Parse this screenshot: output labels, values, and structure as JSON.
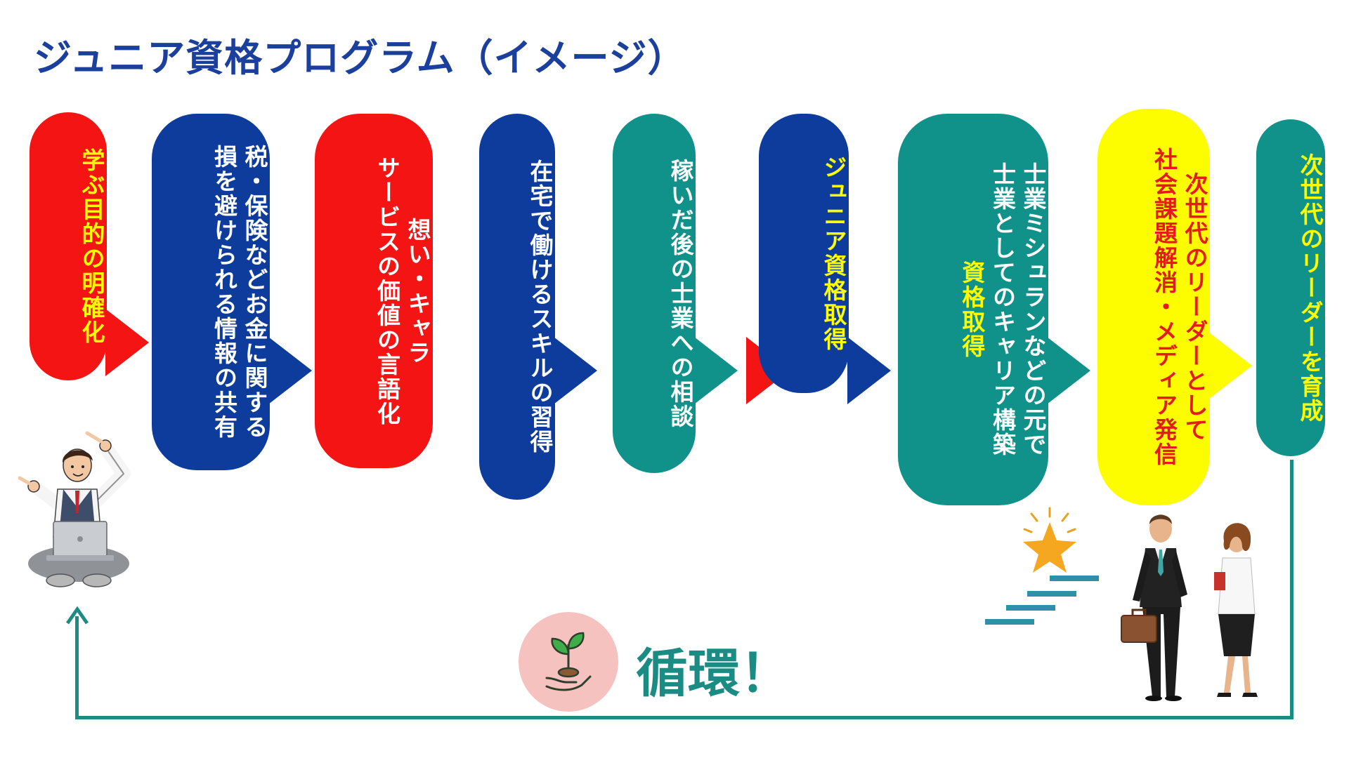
{
  "title": "ジュニア資格プログラム（イメージ）",
  "colors": {
    "red": "#f51414",
    "blue": "#0d3c9c",
    "teal": "#10928a",
    "yellow": "#fdfd00",
    "title_blue": "#1b3f9c",
    "loop_teal": "#1a8c84"
  },
  "steps": [
    {
      "lines": [
        "学ぶ目的の明確化"
      ],
      "color": "red"
    },
    {
      "lines": [
        "税・保険などお金に関する",
        "損を避けられる情報の共有"
      ],
      "color": "blue"
    },
    {
      "lines": [
        "想い・キャラ",
        "サービスの価値の言語化"
      ],
      "color": "red"
    },
    {
      "lines": [
        "在宅で働けるスキルの習得"
      ],
      "color": "blue"
    },
    {
      "lines": [
        "稼いだ後の士業への相談"
      ],
      "color": "teal"
    },
    {
      "lines": [
        "ジュニア資格取得"
      ],
      "color": "blue"
    },
    {
      "lines": [
        "士業ミシュランなどの元で",
        "士業としてのキャリア構築",
        "資格取得"
      ],
      "color": "teal"
    },
    {
      "lines": [
        "次世代のリーダーとして",
        "社会課題解消・メディア発信"
      ],
      "color": "yellow"
    },
    {
      "lines": [
        "次世代のリーダーを育成"
      ],
      "color": "teal"
    }
  ],
  "cycle": {
    "label": "循環！",
    "icon": "sprout-in-hand-icon"
  },
  "illustrations": {
    "left": "student-with-laptop-illustration",
    "right": "business-people-illustration",
    "stairs": "stairs-to-star-icon"
  }
}
